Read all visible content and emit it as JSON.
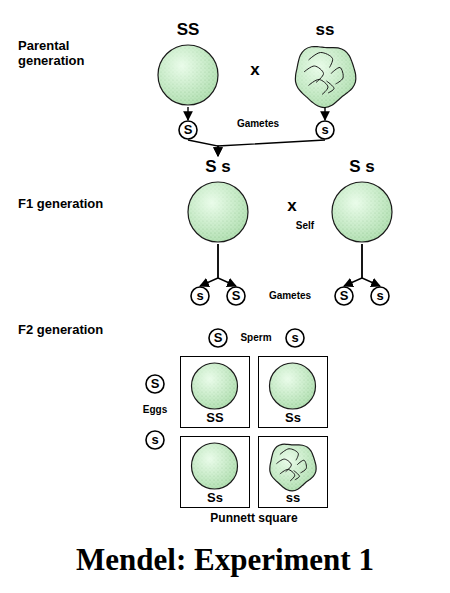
{
  "diagram": {
    "title": "Mendel: Experiment 1",
    "nodes": [
      {
        "text": [
          "SS"
        ]
      },
      {
        "text": [
          "ss"
        ]
      },
      {
        "text": [
          "S"
        ]
      },
      {
        "text": [
          "s"
        ]
      },
      {
        "text": [
          "S s"
        ]
      },
      {
        "text": [
          "S s"
        ]
      },
      {
        "text": [
          "s"
        ]
      },
      {
        "text": [
          "S"
        ]
      },
      {
        "text": [
          "S"
        ]
      },
      {
        "text": [
          "s"
        ]
      },
      {
        "text": [
          "S"
        ]
      },
      {
        "text": [
          "s"
        ]
      },
      {
        "text": [
          "S"
        ]
      },
      {
        "text": [
          "SS"
        ]
      },
      {
        "text": [
          "Ss"
        ]
      },
      {
        "text": [
          "s"
        ]
      },
      {
        "text": [
          "Ss"
        ]
      },
      {
        "text": [
          "ss"
        ]
      }
    ],
    "edges": [
      {
        "from": 0,
        "to": 2,
        "arrow": "to"
      },
      {
        "from": 1,
        "to": 3,
        "arrow": "to"
      },
      {
        "from": 2,
        "to": 4,
        "arrow": "to"
      },
      {
        "from": 3,
        "to": 4,
        "arrow": "to"
      },
      {
        "from": 4,
        "to": 6,
        "arrow": "to"
      },
      {
        "from": 4,
        "to": 7,
        "arrow": "to"
      },
      {
        "from": 5,
        "to": 8,
        "arrow": "to"
      },
      {
        "from": 5,
        "to": 9,
        "arrow": "to"
      }
    ],
    "labels": [
      "Parental generation",
      "x",
      "Gametes",
      "F1 generation",
      "x",
      "Self",
      "Gametes",
      "F2 generation",
      "Sperm",
      "Eggs",
      "Punnett square"
    ]
  }
}
